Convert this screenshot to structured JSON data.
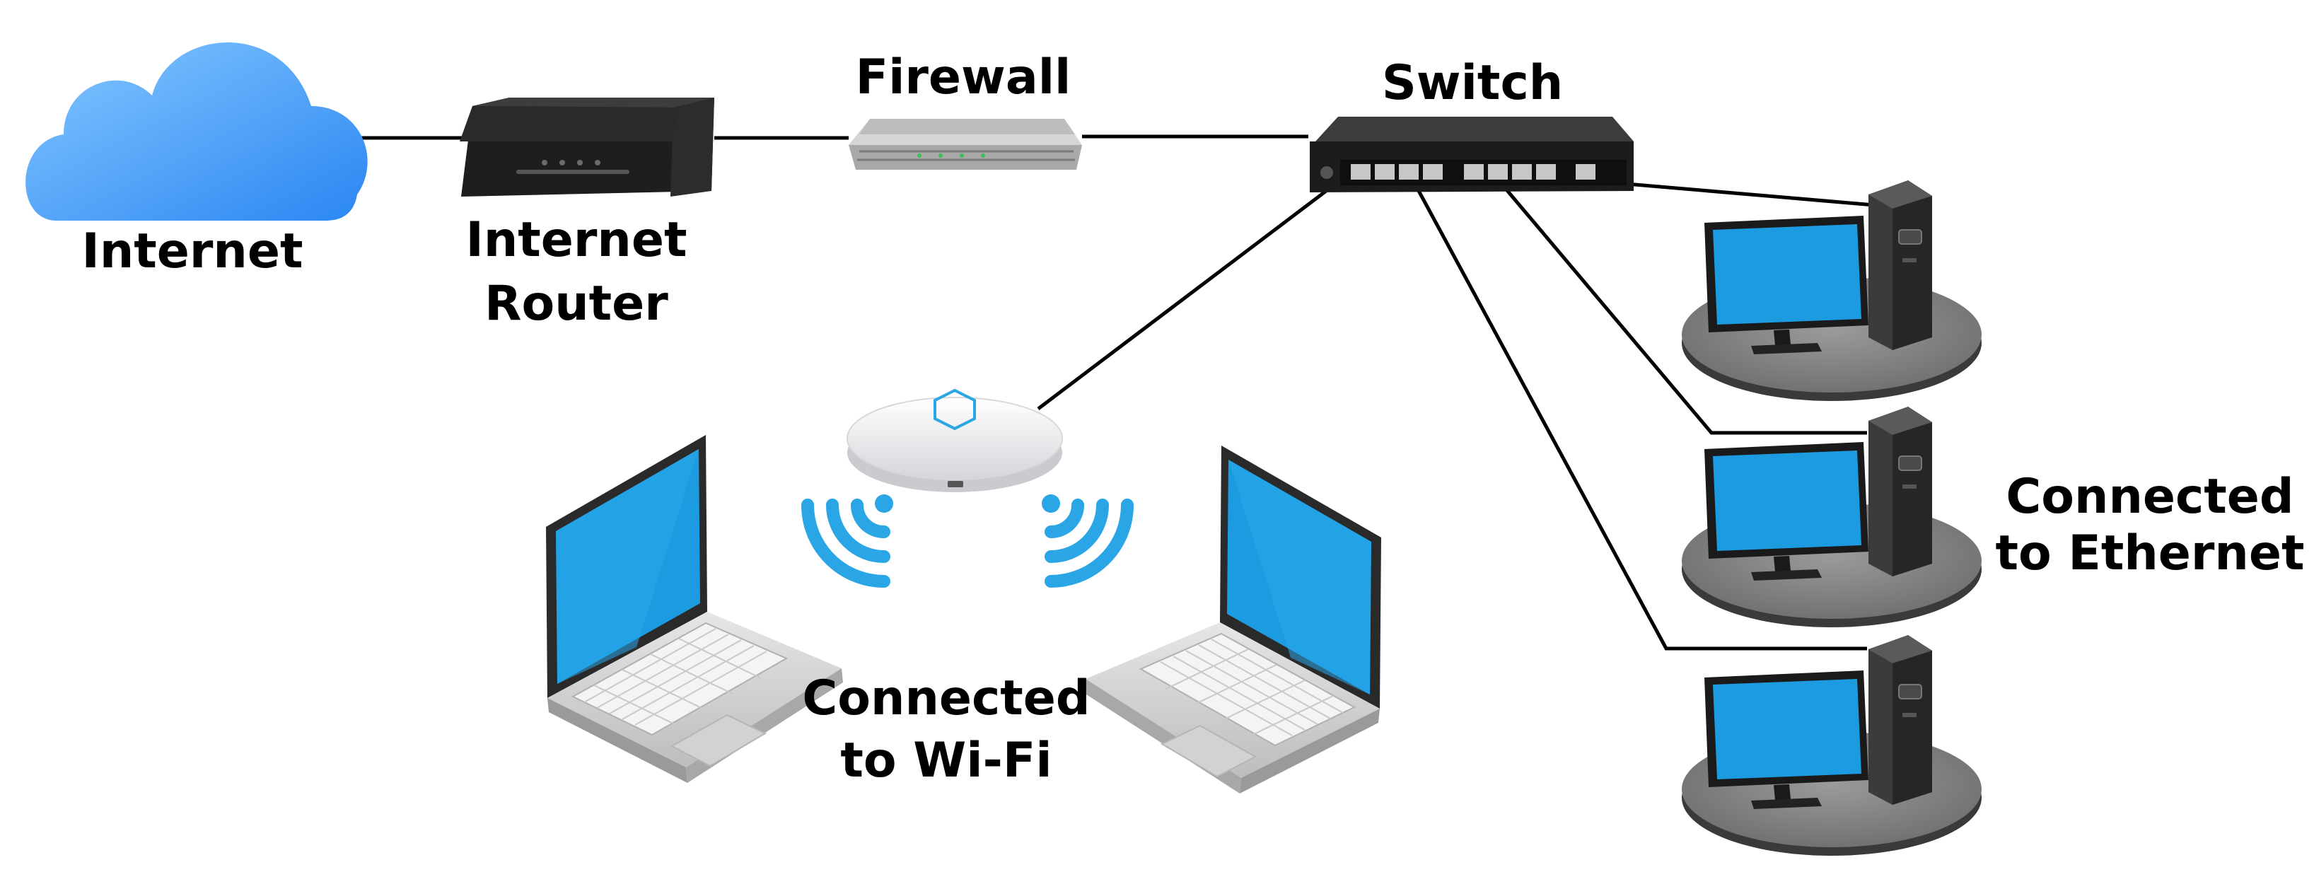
{
  "labels": {
    "internet": "Internet",
    "router_line1": "Internet",
    "router_line2": "Router",
    "firewall": "Firewall",
    "switch": "Switch",
    "ethernet_line1": "Connected",
    "ethernet_line2": "to Ethernet",
    "wifi_line1": "Connected",
    "wifi_line2": "to Wi-Fi"
  },
  "colors": {
    "cloud_light": "#7cc2ff",
    "cloud_dark": "#2f8df5",
    "screen_blue": "#1c9be0",
    "wifi_waves": "#2aa6e6",
    "switch_body": "#222222",
    "tower": "#2b2b2b",
    "platform": "#8d8d8d"
  },
  "icons": [
    "cloud-icon",
    "router-icon",
    "firewall-icon",
    "switch-icon",
    "access-point-icon",
    "wifi-signal-icon",
    "laptop-icon",
    "desktop-computer-icon"
  ]
}
